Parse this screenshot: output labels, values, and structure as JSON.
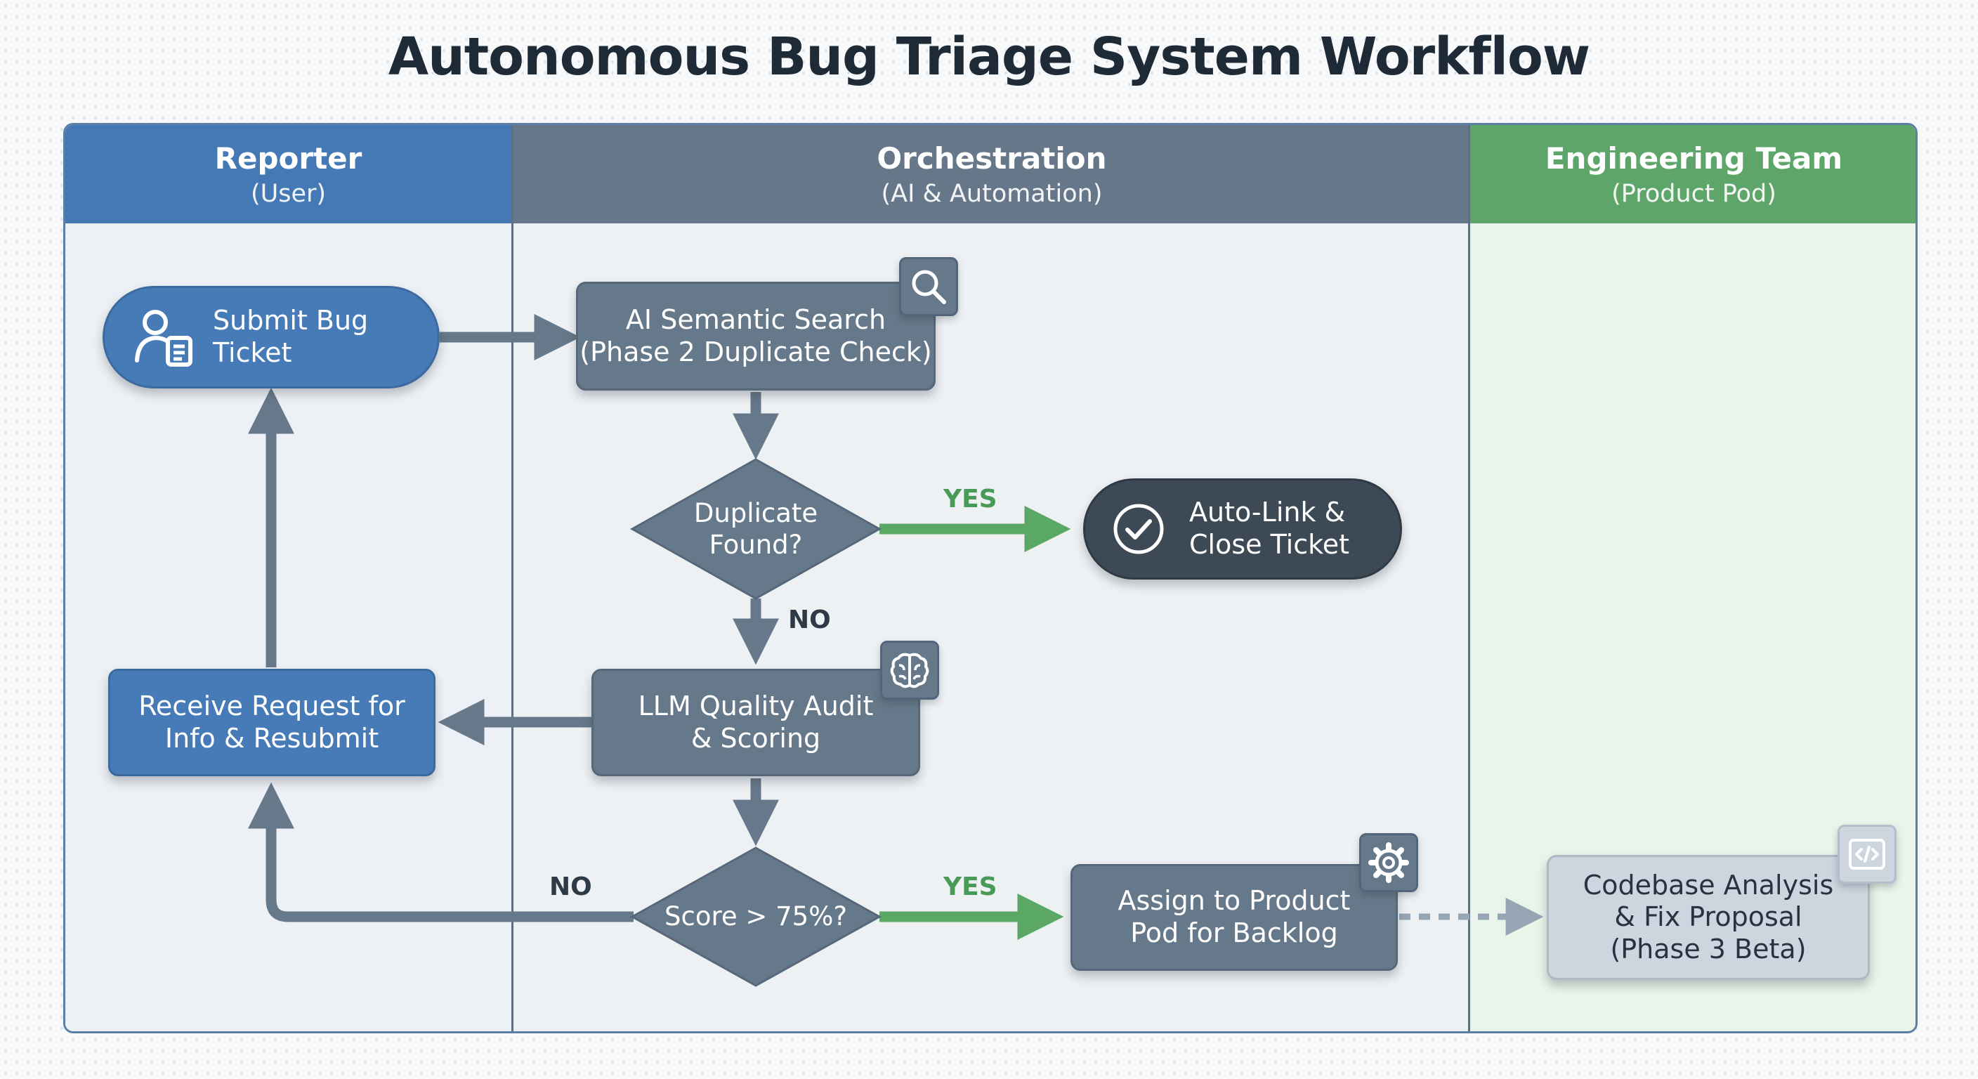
{
  "title": "Autonomous Bug Triage System Workflow",
  "colors": {
    "reporter": "#4479b6",
    "orchestration": "#657788",
    "engineering": "#5ea569",
    "yes_edge": "#5aa863",
    "default_edge": "#66798a",
    "terminal": "#3d4a56"
  },
  "lanes": [
    {
      "title": "Reporter",
      "subtitle": "(User)"
    },
    {
      "title": "Orchestration",
      "subtitle": "(AI & Automation)"
    },
    {
      "title": "Engineering Team",
      "subtitle": "(Product Pod)"
    }
  ],
  "nodes": {
    "submit": {
      "label": "Submit Bug\nTicket",
      "icon": "user-document-icon"
    },
    "search": {
      "label": "AI Semantic Search\n(Phase 2 Duplicate Check)",
      "icon": "magnifier-icon"
    },
    "duplicate": {
      "label": "Duplicate\nFound?"
    },
    "autolink": {
      "label": "Auto-Link &\nClose Ticket",
      "icon": "check-circle-icon"
    },
    "audit": {
      "label": "LLM Quality Audit\n& Scoring",
      "icon": "brain-icon"
    },
    "receive": {
      "label": "Receive Request for\nInfo & Resubmit"
    },
    "score": {
      "label": "Score > 75%?"
    },
    "assign": {
      "label": "Assign to Product\nPod for Backlog",
      "icon": "gear-icon"
    },
    "codebase": {
      "label": "Codebase Analysis\n& Fix Proposal\n(Phase 3 Beta)",
      "icon": "code-icon"
    }
  },
  "edges": [
    {
      "from": "submit",
      "to": "search"
    },
    {
      "from": "search",
      "to": "duplicate"
    },
    {
      "from": "duplicate",
      "to": "autolink",
      "label": "YES"
    },
    {
      "from": "duplicate",
      "to": "audit",
      "label": "NO"
    },
    {
      "from": "audit",
      "to": "receive"
    },
    {
      "from": "audit",
      "to": "score"
    },
    {
      "from": "score",
      "to": "assign",
      "label": "YES"
    },
    {
      "from": "score",
      "to": "receive",
      "label": "NO"
    },
    {
      "from": "receive",
      "to": "submit"
    },
    {
      "from": "assign",
      "to": "codebase",
      "style": "dashed"
    }
  ]
}
